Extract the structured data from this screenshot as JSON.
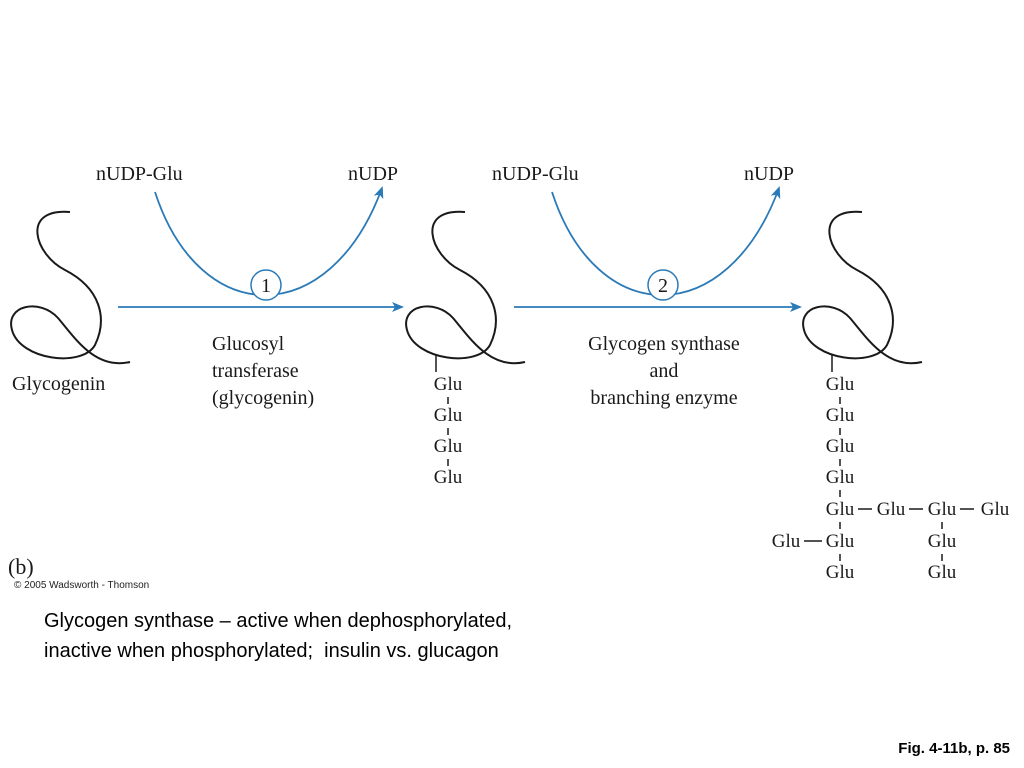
{
  "diagram": {
    "panel_label": "(b)",
    "copyright": "© 2005 Wadsworth - Thomson",
    "glycogenin_label": "Glycogenin",
    "step1": {
      "number": "1",
      "substrate": "nUDP-Glu",
      "product": "nUDP",
      "enzyme_lines": [
        "Glucosyl",
        "transferase",
        "(glycogenin)"
      ]
    },
    "step2": {
      "number": "2",
      "substrate": "nUDP-Glu",
      "product": "nUDP",
      "enzyme_lines": [
        "Glycogen synthase",
        "and",
        "branching enzyme"
      ]
    },
    "glu_label": "Glu",
    "colors": {
      "arrow": "#2a7ab8",
      "chain": "#1a1a1a"
    }
  },
  "caption": {
    "line1": "Glycogen synthase – active when dephosphorylated,",
    "line2": "inactive when phosphorylated;  insulin vs. glucagon"
  },
  "figure_ref": "Fig. 4-11b, p. 85"
}
